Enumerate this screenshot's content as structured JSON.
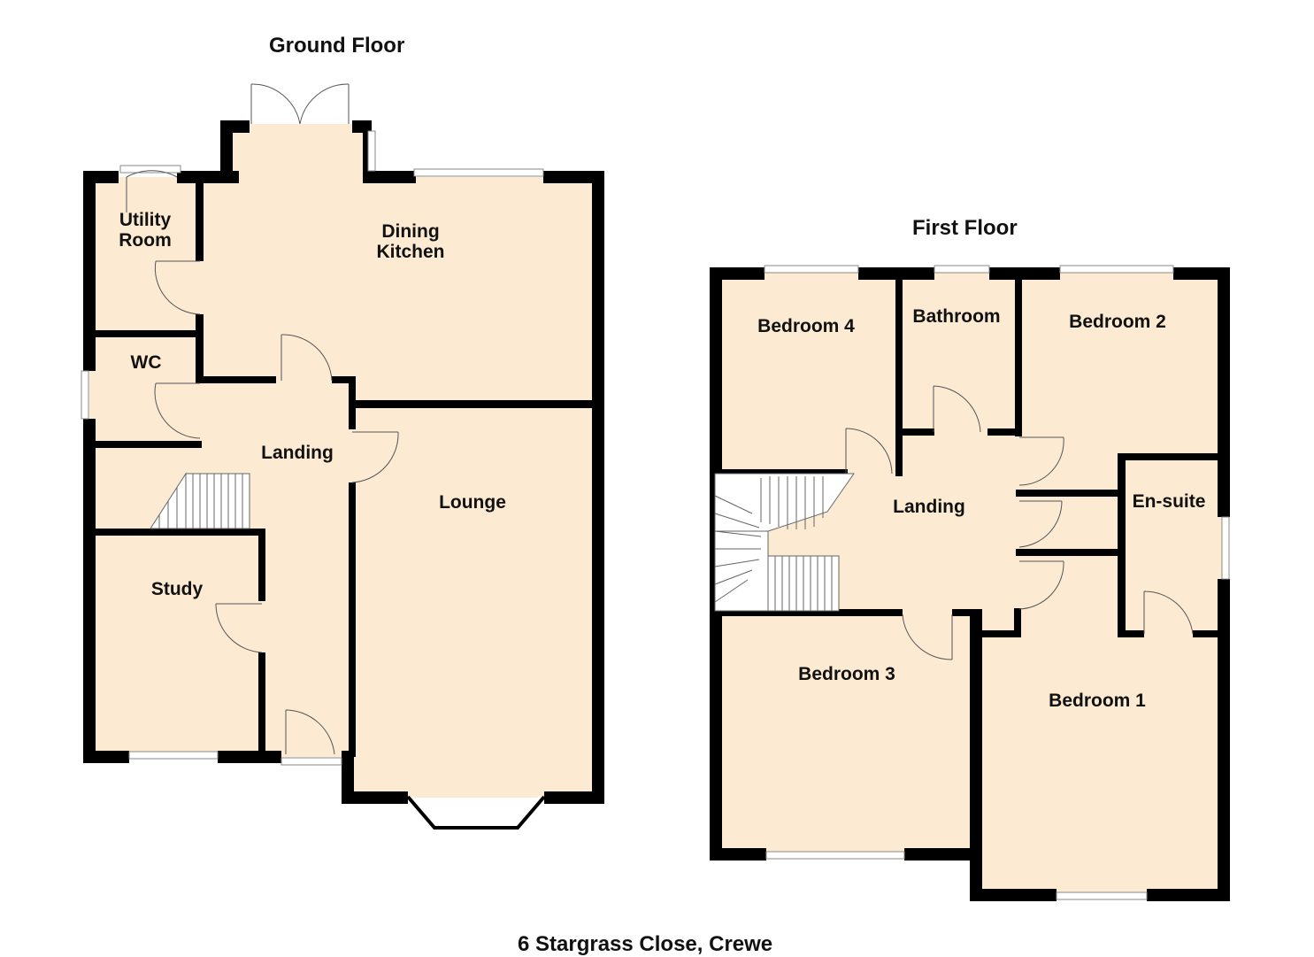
{
  "floors": {
    "ground": {
      "title": "Ground Floor",
      "rooms": {
        "utility": "Utility\nRoom",
        "dining_kitchen": "Dining\nKitchen",
        "wc": "WC",
        "landing": "Landing",
        "lounge": "Lounge",
        "study": "Study"
      }
    },
    "first": {
      "title": "First Floor",
      "rooms": {
        "bedroom4": "Bedroom 4",
        "bathroom": "Bathroom",
        "bedroom2": "Bedroom 2",
        "landing": "Landing",
        "ensuite": "En-suite",
        "bedroom3": "Bedroom 3",
        "bedroom1": "Bedroom 1"
      }
    }
  },
  "address": "6 Stargrass Close, Crewe",
  "colors": {
    "floor": "#fcebd2",
    "wall": "#000000",
    "window": "#ffffff",
    "door_arc": "#555555"
  }
}
